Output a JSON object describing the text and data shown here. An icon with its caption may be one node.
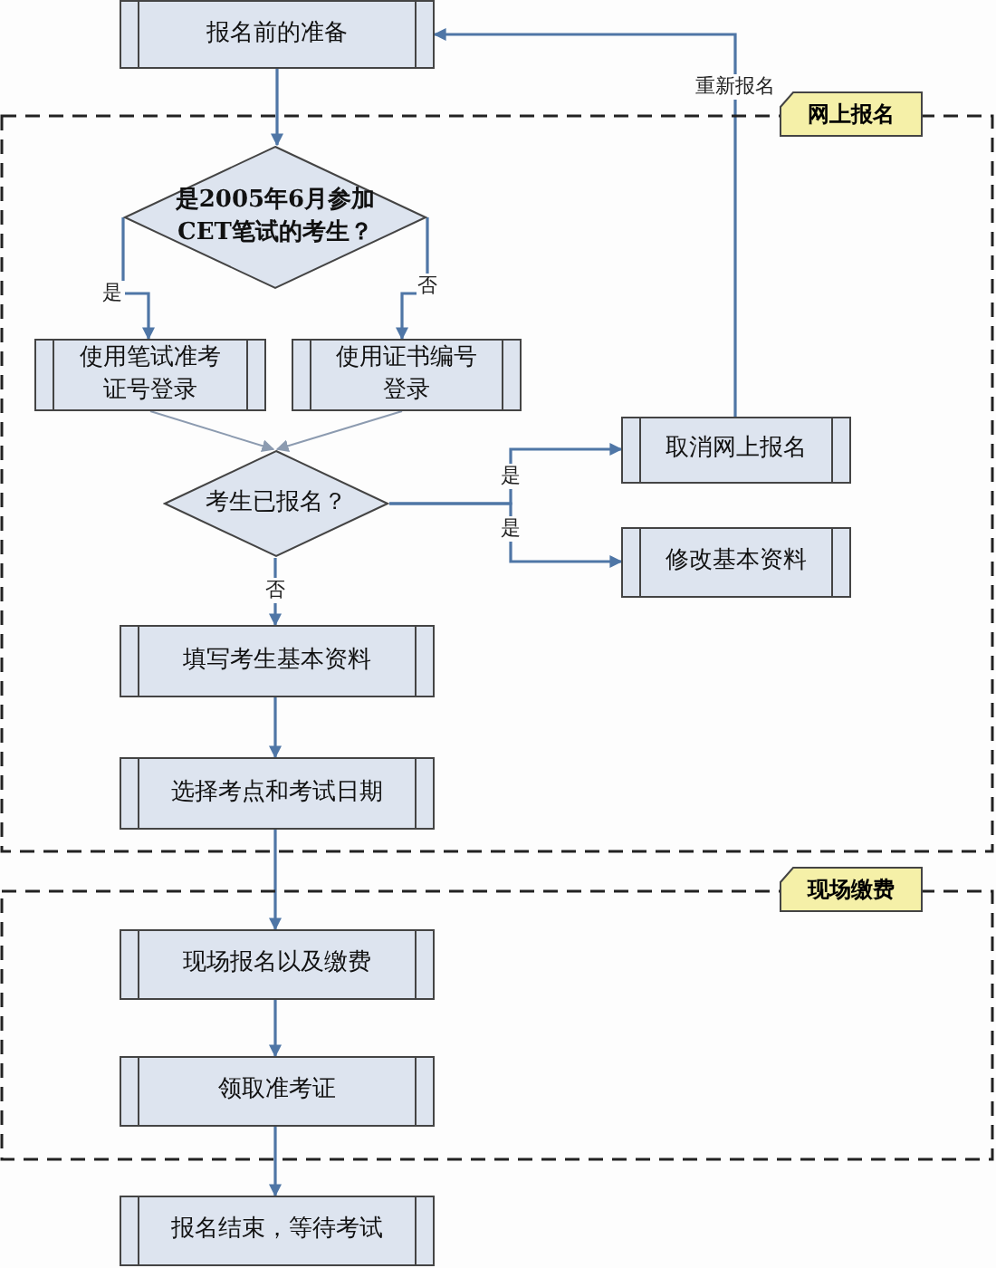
{
  "diagram": {
    "nodes": [
      {
        "text": [
          "报名前的准备"
        ]
      },
      {
        "text": [
          "网上报名"
        ]
      },
      {
        "text": [
          "是2005年6月参加 CET笔试的考生？"
        ],
        "in": 1
      },
      {
        "text": [
          "使用笔试准考证号登录"
        ],
        "in": 1
      },
      {
        "text": [
          "使用证书编号登录"
        ],
        "in": 1
      },
      {
        "text": [
          "考生已报名？"
        ],
        "in": 1
      },
      {
        "text": [
          "取消网上报名"
        ],
        "in": 1
      },
      {
        "text": [
          "修改基本资料"
        ],
        "in": 1
      },
      {
        "text": [
          "填写考生基本资料"
        ],
        "in": 1
      },
      {
        "text": [
          "选择考点和考试日期"
        ],
        "in": 1
      },
      {
        "text": [
          "现场缴费"
        ]
      },
      {
        "text": [
          "现场报名以及缴费"
        ],
        "in": 10
      },
      {
        "text": [
          "领取准考证"
        ],
        "in": 10
      },
      {
        "text": [
          "报名结束，等待考试"
        ]
      }
    ],
    "edges": [
      {
        "from": 0,
        "to": 2,
        "arrow": "to"
      },
      {
        "from": 2,
        "to": 3,
        "arrow": "to",
        "label": "是"
      },
      {
        "from": 2,
        "to": 4,
        "arrow": "to",
        "label": "否"
      },
      {
        "from": 3,
        "to": 5,
        "arrow": "to",
        "color": "#8c9bb0"
      },
      {
        "from": 4,
        "to": 5,
        "arrow": "to",
        "color": "#8c9bb0"
      },
      {
        "from": 5,
        "to": 6,
        "arrow": "to",
        "label": "是"
      },
      {
        "from": 5,
        "to": 7,
        "arrow": "to",
        "label": "是"
      },
      {
        "from": 5,
        "to": 8,
        "arrow": "to",
        "label": "否"
      },
      {
        "from": 6,
        "to": 0,
        "arrow": "to",
        "label": "重新报名"
      },
      {
        "from": 8,
        "to": 9,
        "arrow": "to"
      },
      {
        "from": 9,
        "to": 11,
        "arrow": "to"
      },
      {
        "from": 11,
        "to": 12,
        "arrow": "to"
      },
      {
        "from": 12,
        "to": 13,
        "arrow": "to"
      }
    ]
  }
}
